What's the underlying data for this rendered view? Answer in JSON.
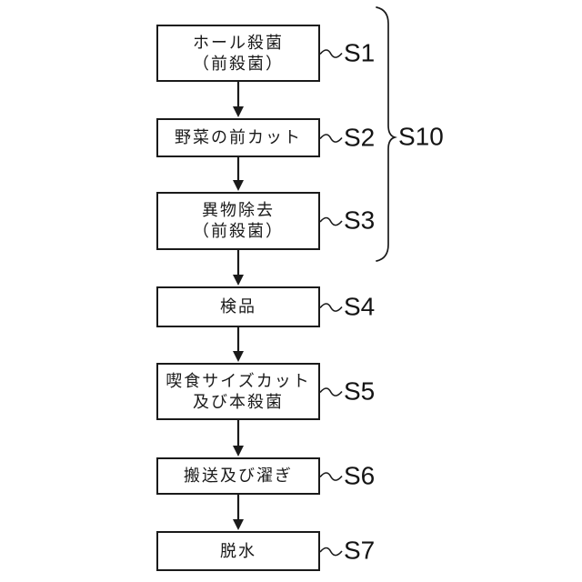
{
  "figure": {
    "type": "flowchart",
    "steps": [
      {
        "id": "S1",
        "label": "S1",
        "lines": [
          "ホール殺菌",
          "（前殺菌）"
        ]
      },
      {
        "id": "S2",
        "label": "S2",
        "lines": [
          "野菜の前カット"
        ]
      },
      {
        "id": "S3",
        "label": "S3",
        "lines": [
          "異物除去",
          "（前殺菌）"
        ]
      },
      {
        "id": "S4",
        "label": "S4",
        "lines": [
          "検品"
        ]
      },
      {
        "id": "S5",
        "label": "S5",
        "lines": [
          "喫食サイズカット",
          "及び本殺菌"
        ]
      },
      {
        "id": "S6",
        "label": "S6",
        "lines": [
          "搬送及び濯ぎ"
        ]
      },
      {
        "id": "S7",
        "label": "S7",
        "lines": [
          "脱水"
        ]
      }
    ],
    "group": {
      "label": "S10",
      "from": "S1",
      "to": "S3"
    },
    "colors": {
      "line": "#1a1a1a",
      "text": "#141414",
      "background": "#ffffff"
    }
  }
}
